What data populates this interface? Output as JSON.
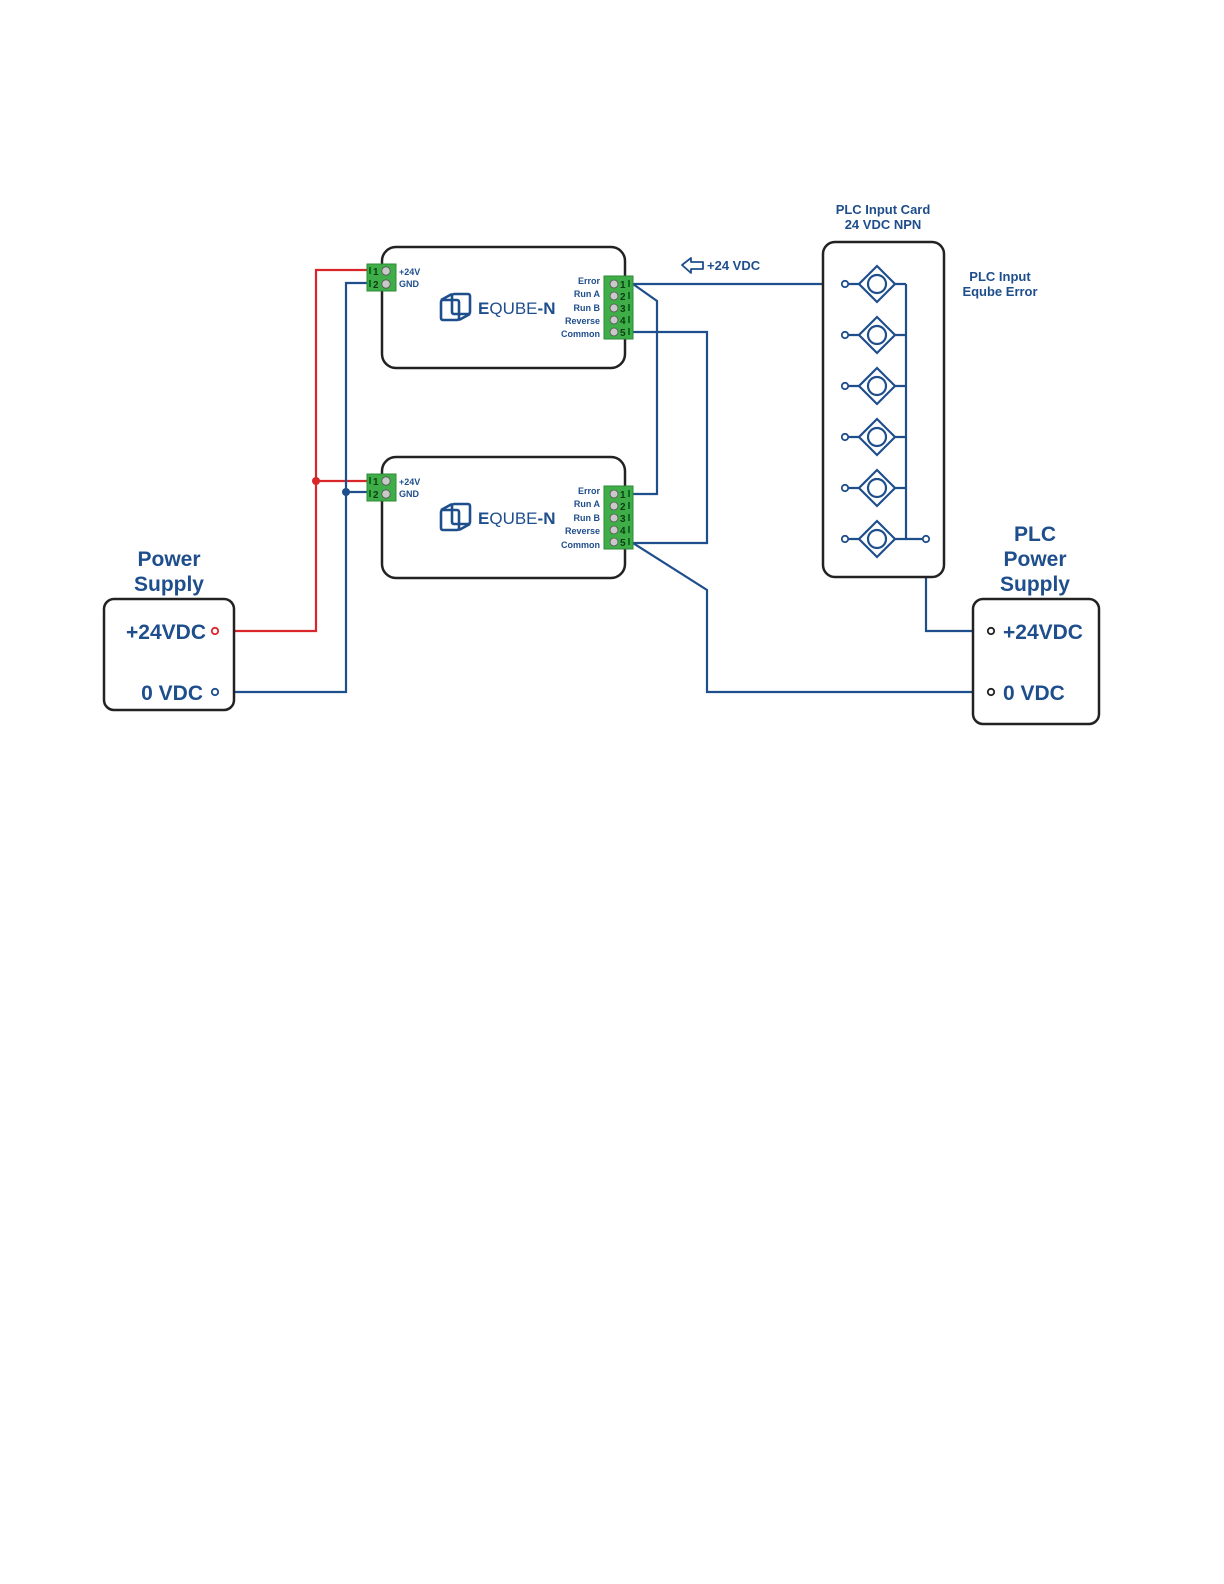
{
  "colors": {
    "wire_positive": "#d9262b",
    "wire_negative": "#1f4e8c",
    "label_text": "#1f4e8c",
    "terminal_green": "#3fae49",
    "box_outline": "#222222"
  },
  "modules": [
    {
      "brand_prefix": "E",
      "brand_rest": "QUBE",
      "brand_suffix": "-N",
      "power_terminal": {
        "pins": [
          {
            "number": "1",
            "label": "+24V"
          },
          {
            "number": "2",
            "label": "GND"
          }
        ]
      },
      "io_terminal": {
        "pins": [
          {
            "number": "1",
            "label": "Error"
          },
          {
            "number": "2",
            "label": "Run A"
          },
          {
            "number": "3",
            "label": "Run B"
          },
          {
            "number": "4",
            "label": "Reverse"
          },
          {
            "number": "5",
            "label": "Common"
          }
        ]
      }
    },
    {
      "brand_prefix": "E",
      "brand_rest": "QUBE",
      "brand_suffix": "-N",
      "power_terminal": {
        "pins": [
          {
            "number": "1",
            "label": "+24V"
          },
          {
            "number": "2",
            "label": "GND"
          }
        ]
      },
      "io_terminal": {
        "pins": [
          {
            "number": "1",
            "label": "Error"
          },
          {
            "number": "2",
            "label": "Run A"
          },
          {
            "number": "3",
            "label": "Run B"
          },
          {
            "number": "4",
            "label": "Reverse"
          },
          {
            "number": "5",
            "label": "Common"
          }
        ]
      }
    }
  ],
  "power_supply": {
    "title_line1": "Power",
    "title_line2": "Supply",
    "positive_label": "+24VDC",
    "negative_label": "0 VDC"
  },
  "plc_power_supply": {
    "title_line1": "PLC",
    "title_line2": "Power",
    "title_line3": "Supply",
    "positive_label": "+24VDC",
    "negative_label": "0 VDC"
  },
  "plc_input_card": {
    "title_line1": "PLC Input Card",
    "title_line2": "24 VDC NPN",
    "input_count": 6,
    "annotation_line1": "PLC Input",
    "annotation_line2": "Eqube Error"
  },
  "signal_annotation": {
    "label": "+24 VDC",
    "icon": "arrow-left-icon"
  }
}
